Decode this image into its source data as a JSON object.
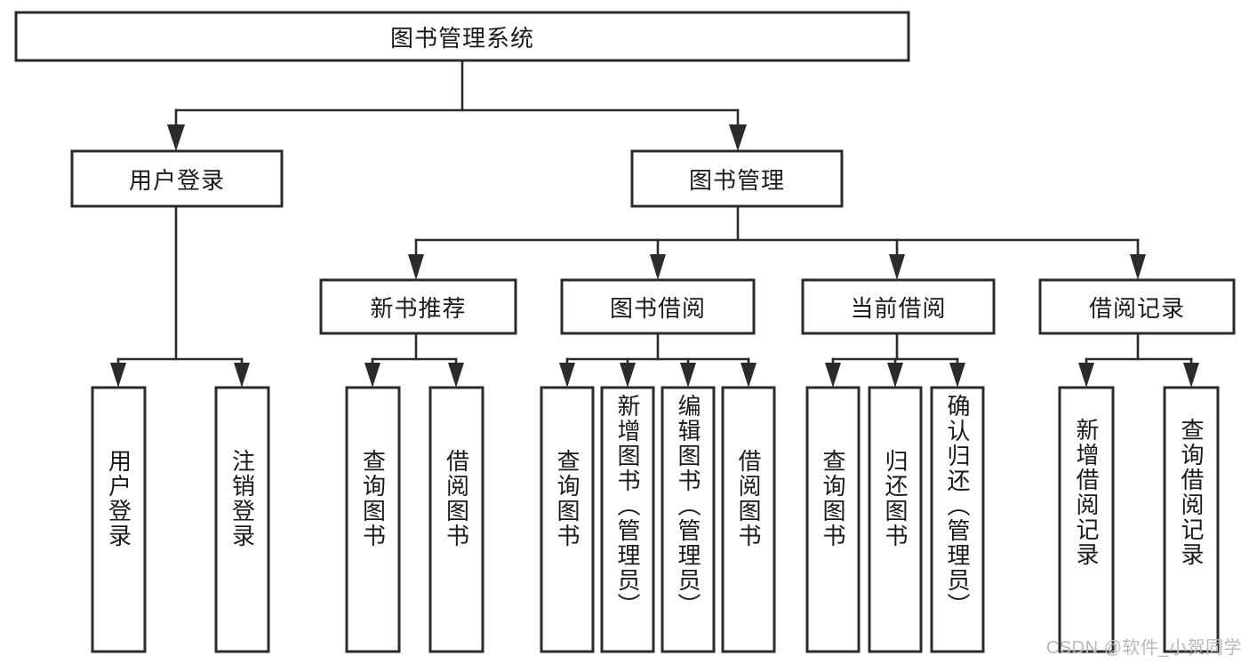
{
  "diagram": {
    "type": "tree-hierarchy-chart",
    "title": "图书管理系统",
    "watermark": "CSDN @软件_小贺同学",
    "colors": {
      "box_stroke": "#2b2b2b",
      "box_fill": "#ffffff",
      "connector": "#2b2b2b",
      "text": "#1a1a1a",
      "watermark": "#b9b9b9",
      "background": "#ffffff"
    },
    "levels": {
      "root": {
        "label": "图书管理系统"
      },
      "level2": [
        {
          "label": "用户登录"
        },
        {
          "label": "图书管理"
        }
      ],
      "level3": [
        {
          "label": "新书推荐"
        },
        {
          "label": "图书借阅"
        },
        {
          "label": "当前借阅"
        },
        {
          "label": "借阅记录"
        }
      ],
      "leaves": {
        "user_login": [
          {
            "label": "用户登录"
          },
          {
            "label": "注销登录"
          }
        ],
        "new_book_recommend": [
          {
            "label": "查询图书"
          },
          {
            "label": "借阅图书"
          }
        ],
        "book_borrow": [
          {
            "label": "查询图书"
          },
          {
            "label": "新增图书（管理员）"
          },
          {
            "label": "编辑图书（管理员）"
          },
          {
            "label": "借阅图书"
          }
        ],
        "current_borrow": [
          {
            "label": "查询图书"
          },
          {
            "label": "归还图书"
          },
          {
            "label": "确认归还（管理员）"
          }
        ],
        "borrow_record": [
          {
            "label": "新增借阅记录"
          },
          {
            "label": "查询借阅记录"
          }
        ]
      }
    }
  }
}
